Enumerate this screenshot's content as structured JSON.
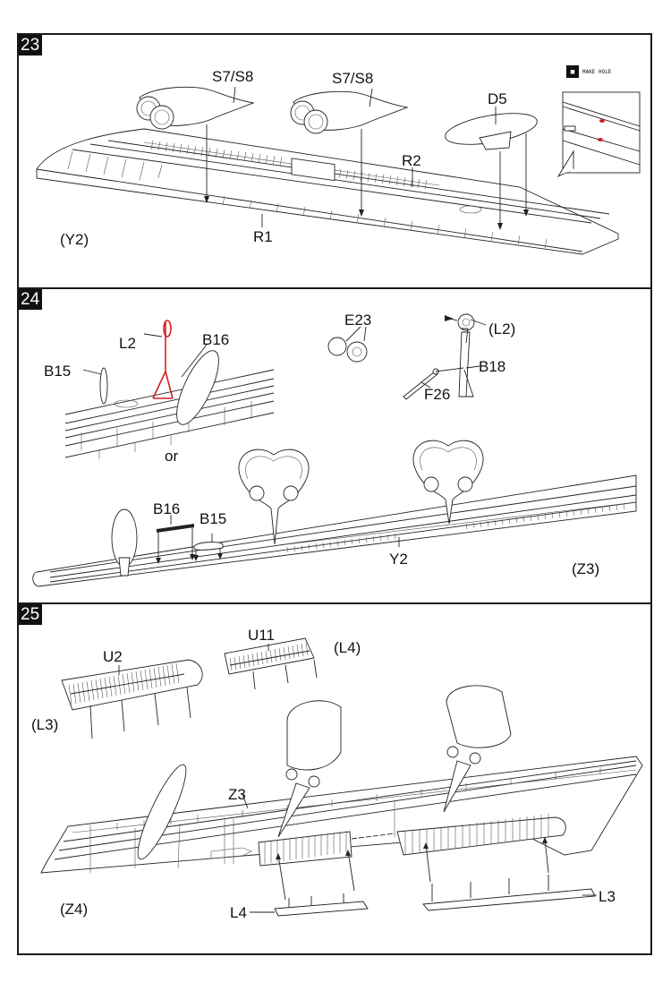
{
  "steps": [
    {
      "number": "23",
      "labels": {
        "engine_left": "S7/S8",
        "engine_right": "S7/S8",
        "drop_tank": "D5",
        "r1": "R1",
        "r2": "R2",
        "view": "(Y2)"
      },
      "legend": {
        "icon": "drill-icon",
        "text": "MAKE HOLE"
      },
      "hole_color": "#d32020"
    },
    {
      "number": "24",
      "labels": {
        "b15_top": "B15",
        "l2_top": "L2",
        "b16_top": "B16",
        "or": "or",
        "e23": "E23",
        "l2_ref": "(L2)",
        "b18": "B18",
        "f26": "F26",
        "b16_bottom": "B16",
        "b15_bottom": "B15",
        "y2": "Y2",
        "view": "(Z3)"
      },
      "highlight_color": "#d32020"
    },
    {
      "number": "25",
      "labels": {
        "u2": "U2",
        "u11": "U11",
        "l4_ref": "(L4)",
        "l3_ref": "(L3)",
        "z3": "Z3",
        "view": "(Z4)",
        "l4": "L4",
        "l3": "L3"
      }
    }
  ]
}
